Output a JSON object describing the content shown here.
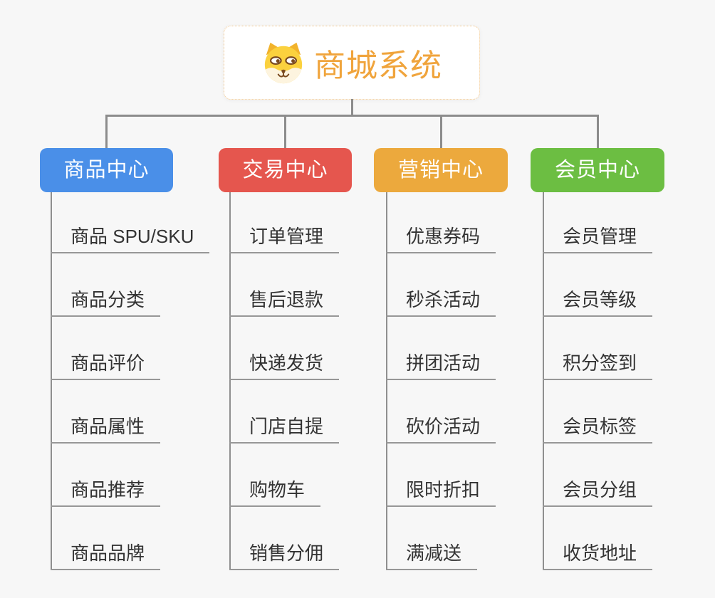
{
  "root": {
    "title": "商城系统",
    "icon": "shiba-dog-icon",
    "accent_color": "#F0A43C",
    "border_color": "#F3C88E"
  },
  "connector_color": "#8C8C8C",
  "underline_color": "#979797",
  "background_color": "#F7F7F7",
  "branches": [
    {
      "label": "商品中心",
      "color": "#4A8FE8",
      "items": [
        "商品 SPU/SKU",
        "商品分类",
        "商品评价",
        "商品属性",
        "商品推荐",
        "商品品牌"
      ]
    },
    {
      "label": "交易中心",
      "color": "#E5564E",
      "items": [
        "订单管理",
        "售后退款",
        "快递发货",
        "门店自提",
        "购物车",
        "销售分佣"
      ]
    },
    {
      "label": "营销中心",
      "color": "#ECA93D",
      "items": [
        "优惠券码",
        "秒杀活动",
        "拼团活动",
        "砍价活动",
        "限时折扣",
        "满减送"
      ]
    },
    {
      "label": "会员中心",
      "color": "#6CBE42",
      "items": [
        "会员管理",
        "会员等级",
        "积分签到",
        "会员标签",
        "会员分组",
        "收货地址"
      ]
    }
  ]
}
